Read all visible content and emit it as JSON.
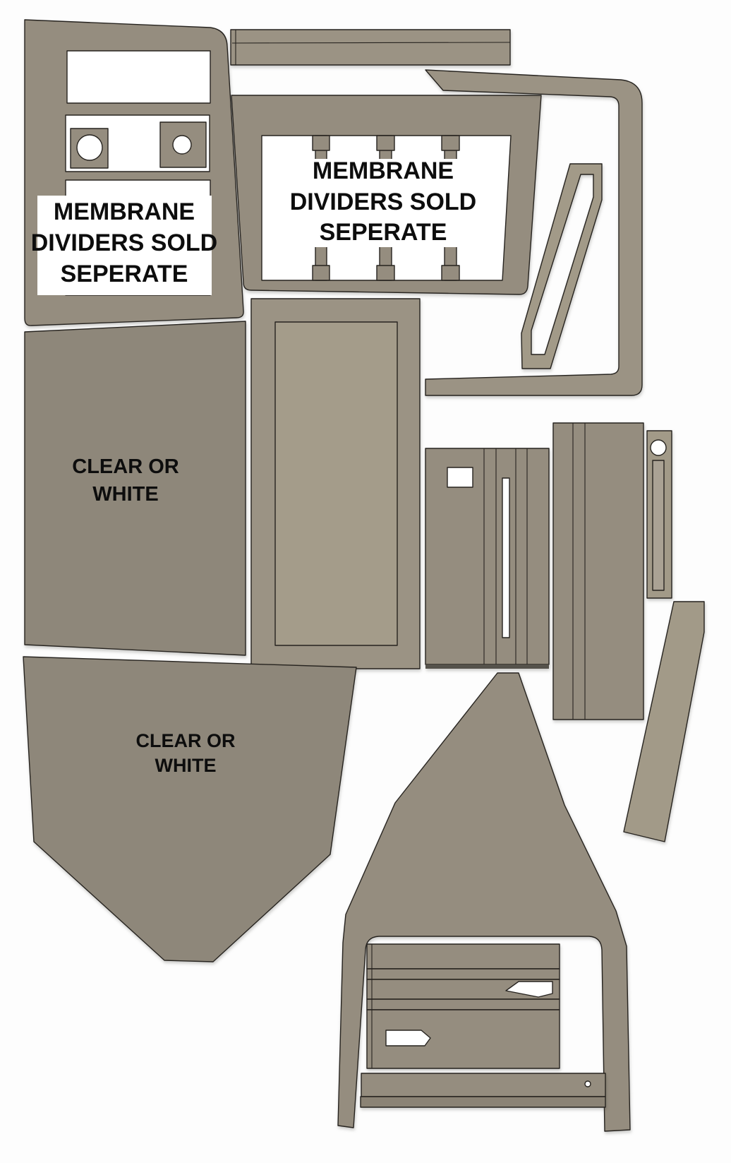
{
  "diagram_title": "cut-parts-layout",
  "colors": {
    "background": "#fdfdfd",
    "taupe": "#958d7f",
    "taupe_dark": "#8e877a",
    "taupe_light": "#a29a88",
    "frame": "#9b9384",
    "inset": "#a49c8a",
    "strip_inner": "#aaa294",
    "dark_band": "#55524b",
    "bar_lower": "#8b8375",
    "label_bg": "#ffffff",
    "cutout": "#ffffff",
    "text": "#0d0d0d"
  },
  "labels": {
    "top_left_panel": {
      "line1": "MEMBRANE",
      "line2": "DIVIDERS SOLD",
      "line3": "SEPERATE"
    },
    "divider_tray": {
      "line1": "MEMBRANE",
      "line2": "DIVIDERS SOLD",
      "line3": "SEPERATE"
    },
    "upper_clear_panel": {
      "line1": "CLEAR OR",
      "line2": "WHITE"
    },
    "lower_clear_panel": {
      "line1": "CLEAR OR",
      "line2": "WHITE"
    }
  }
}
